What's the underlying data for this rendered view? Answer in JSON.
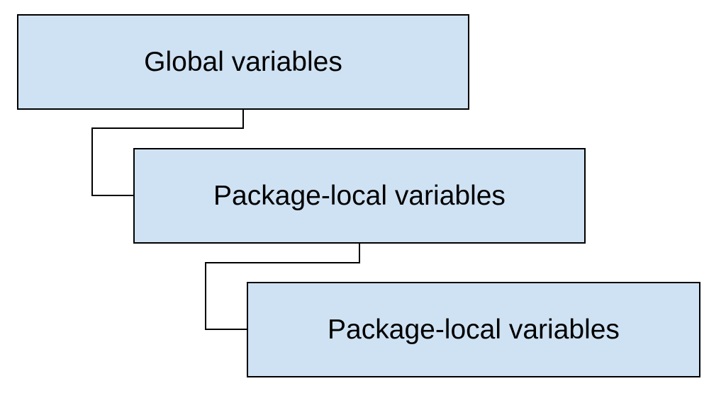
{
  "diagram": {
    "boxes": [
      {
        "label": "Global variables"
      },
      {
        "label": "Package-local variables"
      },
      {
        "label": "Package-local variables"
      }
    ],
    "colors": {
      "box_fill": "#cfe2f3",
      "box_border": "#000000",
      "connector": "#000000",
      "text": "#000000",
      "background": "#ffffff"
    }
  }
}
